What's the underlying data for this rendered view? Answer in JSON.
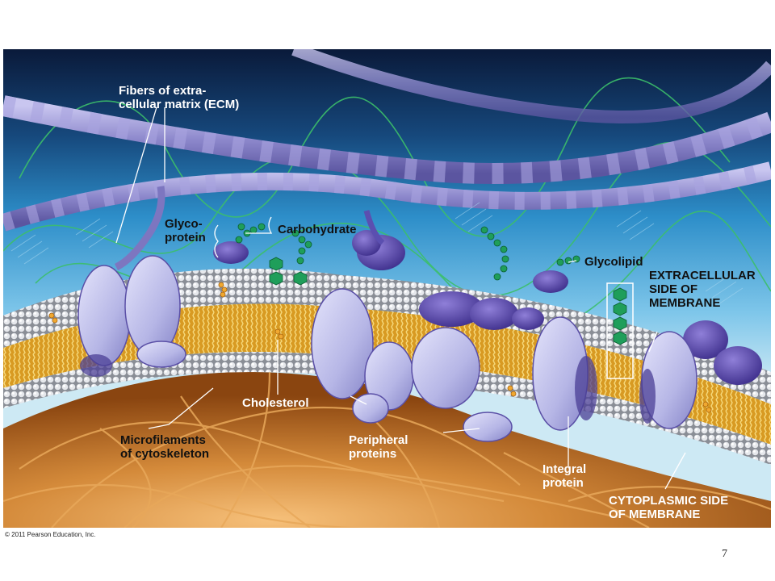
{
  "labels": {
    "ecm": "Fibers of extra-\ncellular matrix (ECM)",
    "glycoprotein": "Glyco-\nprotein",
    "carbohydrate": "Carbohydrate",
    "glycolipid": "Glycolipid",
    "extracellular_side": "EXTRACELLULAR\nSIDE OF\nMEMBRANE",
    "cholesterol": "Cholesterol",
    "microfilaments": "Microfilaments\nof cytoskeleton",
    "peripheral": "Peripheral\nproteins",
    "integral": "Integral\nprotein",
    "cytoplasmic_side": "CYTOPLASMIC SIDE\nOF MEMBRANE"
  },
  "copyright": "© 2011 Pearson Education, Inc.",
  "page_number": "7",
  "colors": {
    "extracellular_top": "#0b1d3f",
    "extracellular_mid": "#2d8ec9",
    "cytoplasm": "#b5641d",
    "protein": "#b6b6e6",
    "protein_shadow": "#5a4fa6",
    "lipid_tail": "#e8b53a",
    "carbohydrate": "#1f9e5a",
    "ecm_fiber": "#8d88cc"
  }
}
